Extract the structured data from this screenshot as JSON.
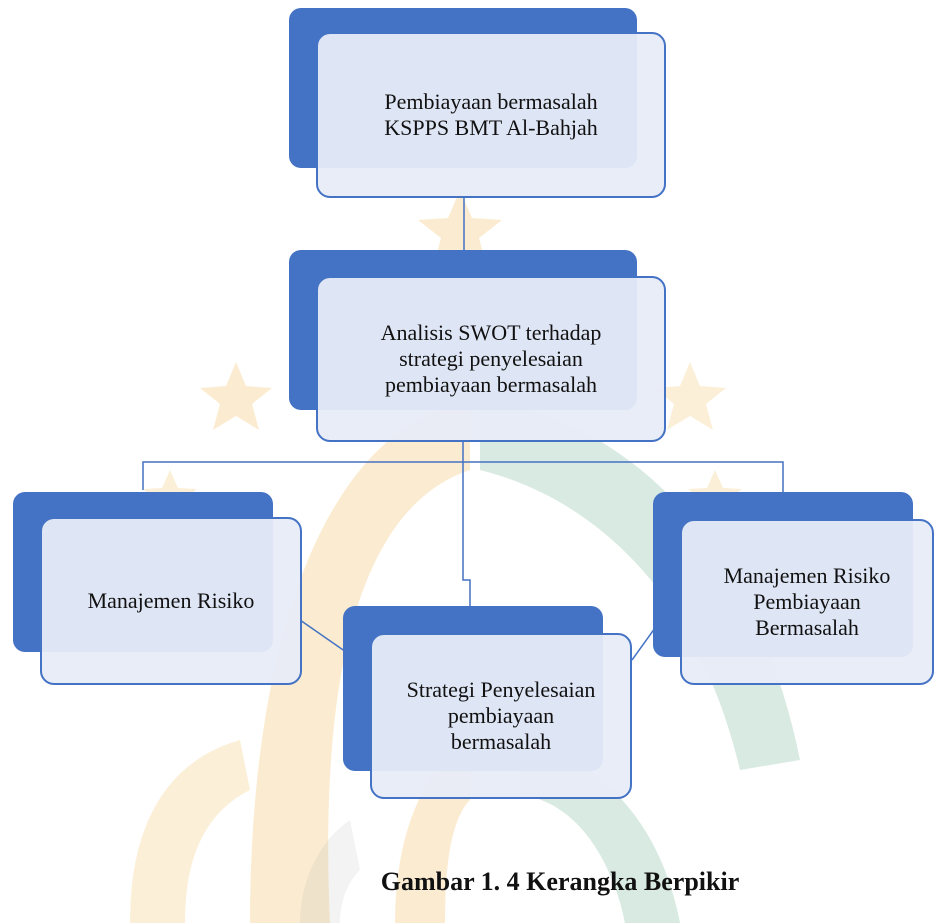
{
  "diagram": {
    "nodes": {
      "top": {
        "lines": [
          "Pembiayaan bermasalah",
          "KSPPS BMT Al-Bahjah"
        ]
      },
      "middle": {
        "lines": [
          "Analisis SWOT terhadap",
          "strategi penyelesaian",
          "pembiayaan bermasalah"
        ]
      },
      "left": {
        "lines": [
          "Manajemen Risiko"
        ]
      },
      "bottom": {
        "lines": [
          "Strategi Penyelesaian",
          "pembiayaan",
          "bermasalah"
        ]
      },
      "right": {
        "lines": [
          "Manajemen Risiko",
          "Pembiayaan",
          "Bermasalah"
        ]
      }
    },
    "caption": "Gambar 1. 4 Kerangka Berpikir",
    "colors": {
      "accent": "#4472c4",
      "box_fill": "#e8ecf7"
    },
    "watermark": {
      "colors": [
        "#f3c97a",
        "#4fa07a",
        "#9b9b9b"
      ]
    }
  }
}
